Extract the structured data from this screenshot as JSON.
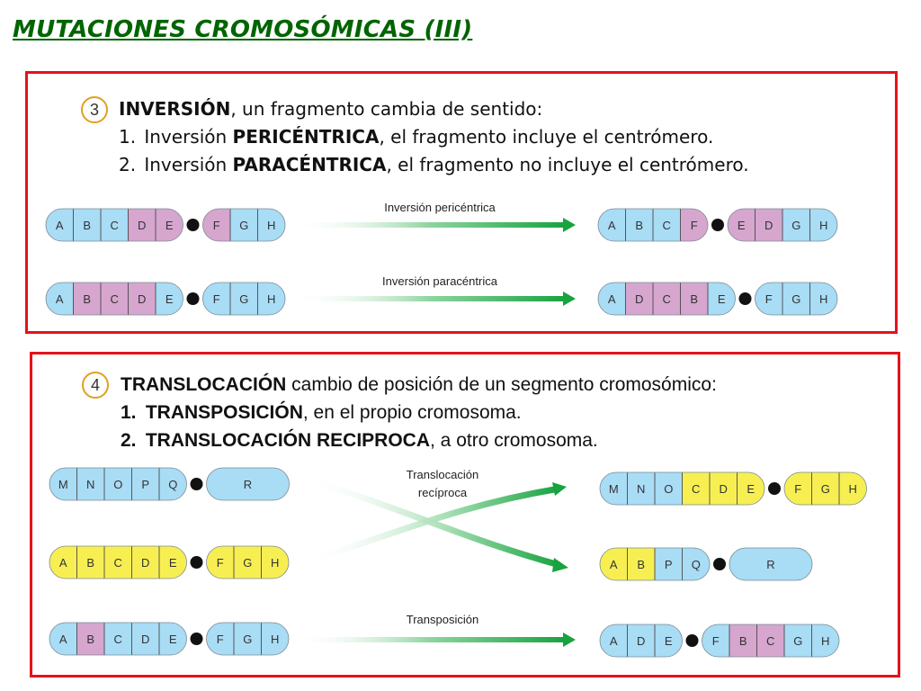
{
  "title": "MUTACIONES CROMOSÓMICAS (III)",
  "section1": {
    "badge": "3",
    "heading_bold": "INVERSIÓN",
    "heading_rest": ", un fragmento cambia de sentido:",
    "item1_num": "1.",
    "item1_pre": "Inversión ",
    "item1_bold": "PERICÉNTRICA",
    "item1_post": ", el fragmento incluye el centrómero.",
    "item2_num": "2.",
    "item2_pre": "Inversión ",
    "item2_bold": "PARACÉNTRICA",
    "item2_post": ", el fragmento no incluye el centrómero."
  },
  "section2": {
    "badge": "4",
    "heading_bold": "TRANSLOCACIÓN",
    "heading_rest": " cambio de posición de un segmento cromosómico:",
    "item1_num": "1.",
    "item1_bold": "TRANSPOSICIÓN",
    "item1_post": ", en el propio cromosoma.",
    "item2_num": "2.",
    "item2_bold": "TRANSLOCACIÓN RECIPROCA",
    "item2_post": ", a otro cromosoma."
  },
  "arrow_labels": {
    "pericentric": "Inversión pericéntrica",
    "paracentric": "Inversión paracéntrica",
    "reciprocal_line1": "Translocación",
    "reciprocal_line2": "recíproca",
    "transposition": "Transposición"
  },
  "colors": {
    "blue": "#a9dcf5",
    "purple": "#d6a6cf",
    "yellow": "#f7ef52",
    "arrow": "#17a340",
    "border": "#e3131b",
    "title": "#006400"
  },
  "chromosomes": {
    "peri_before": {
      "left": [
        {
          "l": "A",
          "c": "b"
        },
        {
          "l": "B",
          "c": "b"
        },
        {
          "l": "C",
          "c": "b"
        },
        {
          "l": "D",
          "c": "p"
        },
        {
          "l": "E",
          "c": "p"
        }
      ],
      "right": [
        {
          "l": "F",
          "c": "p"
        },
        {
          "l": "G",
          "c": "b"
        },
        {
          "l": "H",
          "c": "b"
        }
      ]
    },
    "peri_after": {
      "left": [
        {
          "l": "A",
          "c": "b"
        },
        {
          "l": "B",
          "c": "b"
        },
        {
          "l": "C",
          "c": "b"
        },
        {
          "l": "F",
          "c": "p"
        }
      ],
      "right": [
        {
          "l": "E",
          "c": "p"
        },
        {
          "l": "D",
          "c": "p"
        },
        {
          "l": "G",
          "c": "b"
        },
        {
          "l": "H",
          "c": "b"
        }
      ]
    },
    "para_before": {
      "left": [
        {
          "l": "A",
          "c": "b"
        },
        {
          "l": "B",
          "c": "p"
        },
        {
          "l": "C",
          "c": "p"
        },
        {
          "l": "D",
          "c": "p"
        },
        {
          "l": "E",
          "c": "b"
        }
      ],
      "right": [
        {
          "l": "F",
          "c": "b"
        },
        {
          "l": "G",
          "c": "b"
        },
        {
          "l": "H",
          "c": "b"
        }
      ]
    },
    "para_after": {
      "left": [
        {
          "l": "A",
          "c": "b"
        },
        {
          "l": "D",
          "c": "p"
        },
        {
          "l": "C",
          "c": "p"
        },
        {
          "l": "B",
          "c": "p"
        },
        {
          "l": "E",
          "c": "b"
        }
      ],
      "right": [
        {
          "l": "F",
          "c": "b"
        },
        {
          "l": "G",
          "c": "b"
        },
        {
          "l": "H",
          "c": "b"
        }
      ]
    },
    "mnopq_before": {
      "left": [
        {
          "l": "M",
          "c": "b"
        },
        {
          "l": "N",
          "c": "b"
        },
        {
          "l": "O",
          "c": "b"
        },
        {
          "l": "P",
          "c": "b"
        },
        {
          "l": "Q",
          "c": "b"
        }
      ],
      "right": [
        {
          "l": "R",
          "c": "b"
        }
      ]
    },
    "abcde_yellow_before": {
      "left": [
        {
          "l": "A",
          "c": "y"
        },
        {
          "l": "B",
          "c": "y"
        },
        {
          "l": "C",
          "c": "y"
        },
        {
          "l": "D",
          "c": "y"
        },
        {
          "l": "E",
          "c": "y"
        }
      ],
      "right": [
        {
          "l": "F",
          "c": "y"
        },
        {
          "l": "G",
          "c": "y"
        },
        {
          "l": "H",
          "c": "y"
        }
      ]
    },
    "trans_after_top": {
      "left": [
        {
          "l": "M",
          "c": "b"
        },
        {
          "l": "N",
          "c": "b"
        },
        {
          "l": "O",
          "c": "b"
        },
        {
          "l": "C",
          "c": "y"
        },
        {
          "l": "D",
          "c": "y"
        },
        {
          "l": "E",
          "c": "y"
        }
      ],
      "right": [
        {
          "l": "F",
          "c": "y"
        },
        {
          "l": "G",
          "c": "y"
        },
        {
          "l": "H",
          "c": "y"
        }
      ]
    },
    "trans_after_mid": {
      "left": [
        {
          "l": "A",
          "c": "y"
        },
        {
          "l": "B",
          "c": "y"
        },
        {
          "l": "P",
          "c": "b"
        },
        {
          "l": "Q",
          "c": "b"
        }
      ],
      "right": [
        {
          "l": "R",
          "c": "b"
        }
      ]
    },
    "transpo_before": {
      "left": [
        {
          "l": "A",
          "c": "b"
        },
        {
          "l": "B",
          "c": "p"
        },
        {
          "l": "C",
          "c": "b"
        },
        {
          "l": "D",
          "c": "b"
        },
        {
          "l": "E",
          "c": "b"
        }
      ],
      "right": [
        {
          "l": "F",
          "c": "b"
        },
        {
          "l": "G",
          "c": "b"
        },
        {
          "l": "H",
          "c": "b"
        }
      ]
    },
    "transpo_after": {
      "left": [
        {
          "l": "A",
          "c": "b"
        },
        {
          "l": "D",
          "c": "b"
        },
        {
          "l": "E",
          "c": "b"
        }
      ],
      "right": [
        {
          "l": "F",
          "c": "b"
        },
        {
          "l": "B",
          "c": "p"
        },
        {
          "l": "C",
          "c": "p"
        },
        {
          "l": "G",
          "c": "b"
        },
        {
          "l": "H",
          "c": "b"
        }
      ]
    }
  }
}
